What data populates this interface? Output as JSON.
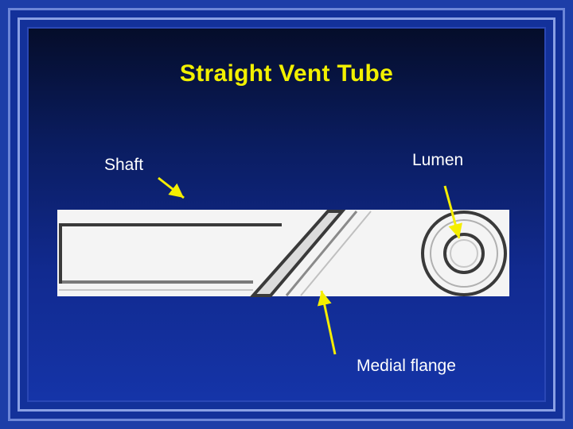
{
  "slide": {
    "title": "Straight Vent Tube",
    "labels": {
      "shaft": "Shaft",
      "lumen": "Lumen",
      "medial_flange": "Medial flange"
    }
  },
  "colors": {
    "title": "#f2f000",
    "label_text": "#ffffff",
    "arrow": "#f5ee00",
    "tube_body": "#f4f4f4",
    "tube_outline": "#3a3a3a"
  }
}
